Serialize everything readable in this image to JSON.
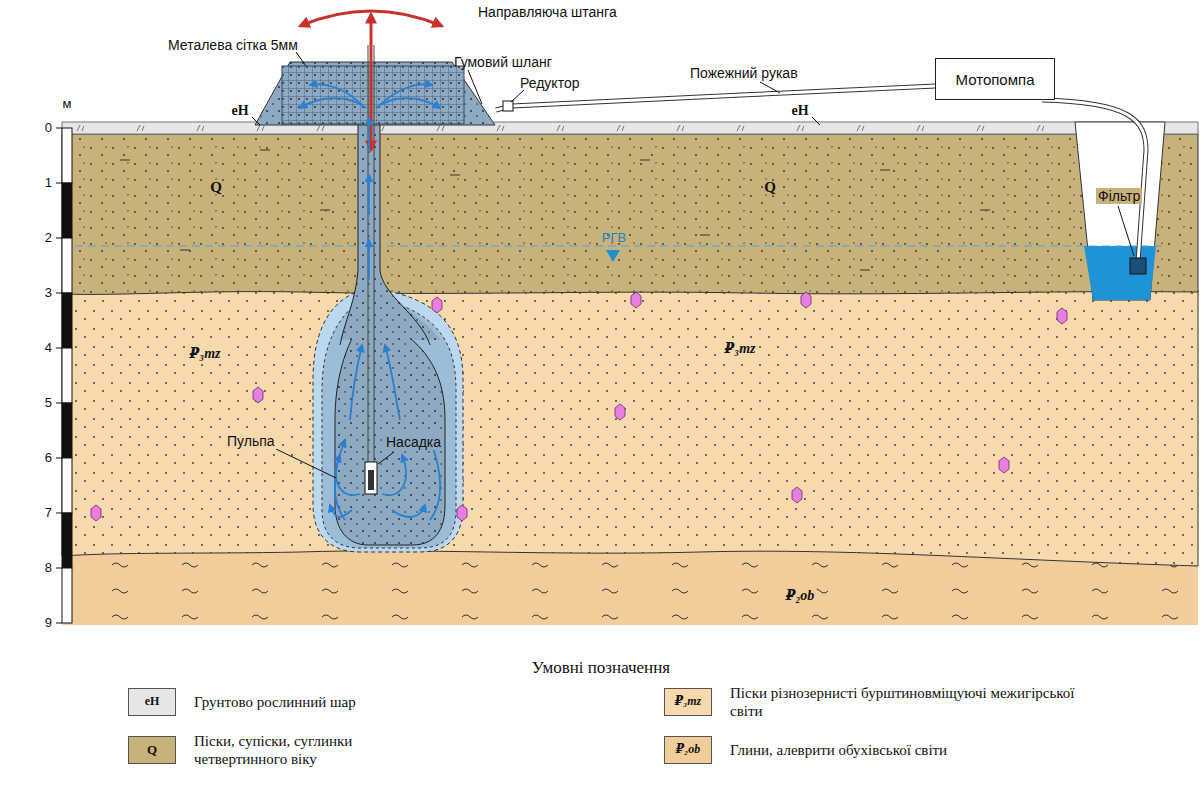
{
  "diagram": {
    "nodes": [
      {
        "text": [
          "Мотопомпа"
        ]
      }
    ],
    "labels": [
      "Направляюча штанга",
      "Металева сітка 5мм",
      "Гумовий шланг",
      "Редуктор",
      "Пожежний рукав",
      "м",
      "0",
      "1",
      "2",
      "3",
      "4",
      "5",
      "6",
      "7",
      "8",
      "9",
      "eH",
      "eH",
      "Q",
      "Q",
      "РГВ",
      "Фільтр",
      "₽₃mz",
      "₽₃mz",
      "Пульпа",
      "Насадка",
      "₽₂ob",
      "Умовні позначення",
      "eH",
      "Q",
      "₽₃mz",
      "₽₂ob"
    ],
    "legend": [
      {
        "text": "Грунтово рослинний шар",
        "color": "#e6e6e6"
      },
      {
        "text": "Піски, супіски, суглинки четвертинного віку",
        "color": "#c8b27c"
      },
      {
        "text": "Піски різнозернисті бурштиновміщуючі межигірської світи",
        "color": "#f8d9ae"
      },
      {
        "text": "Глини, алеврити обухівської світи",
        "color": "#f3cc9c"
      }
    ]
  }
}
